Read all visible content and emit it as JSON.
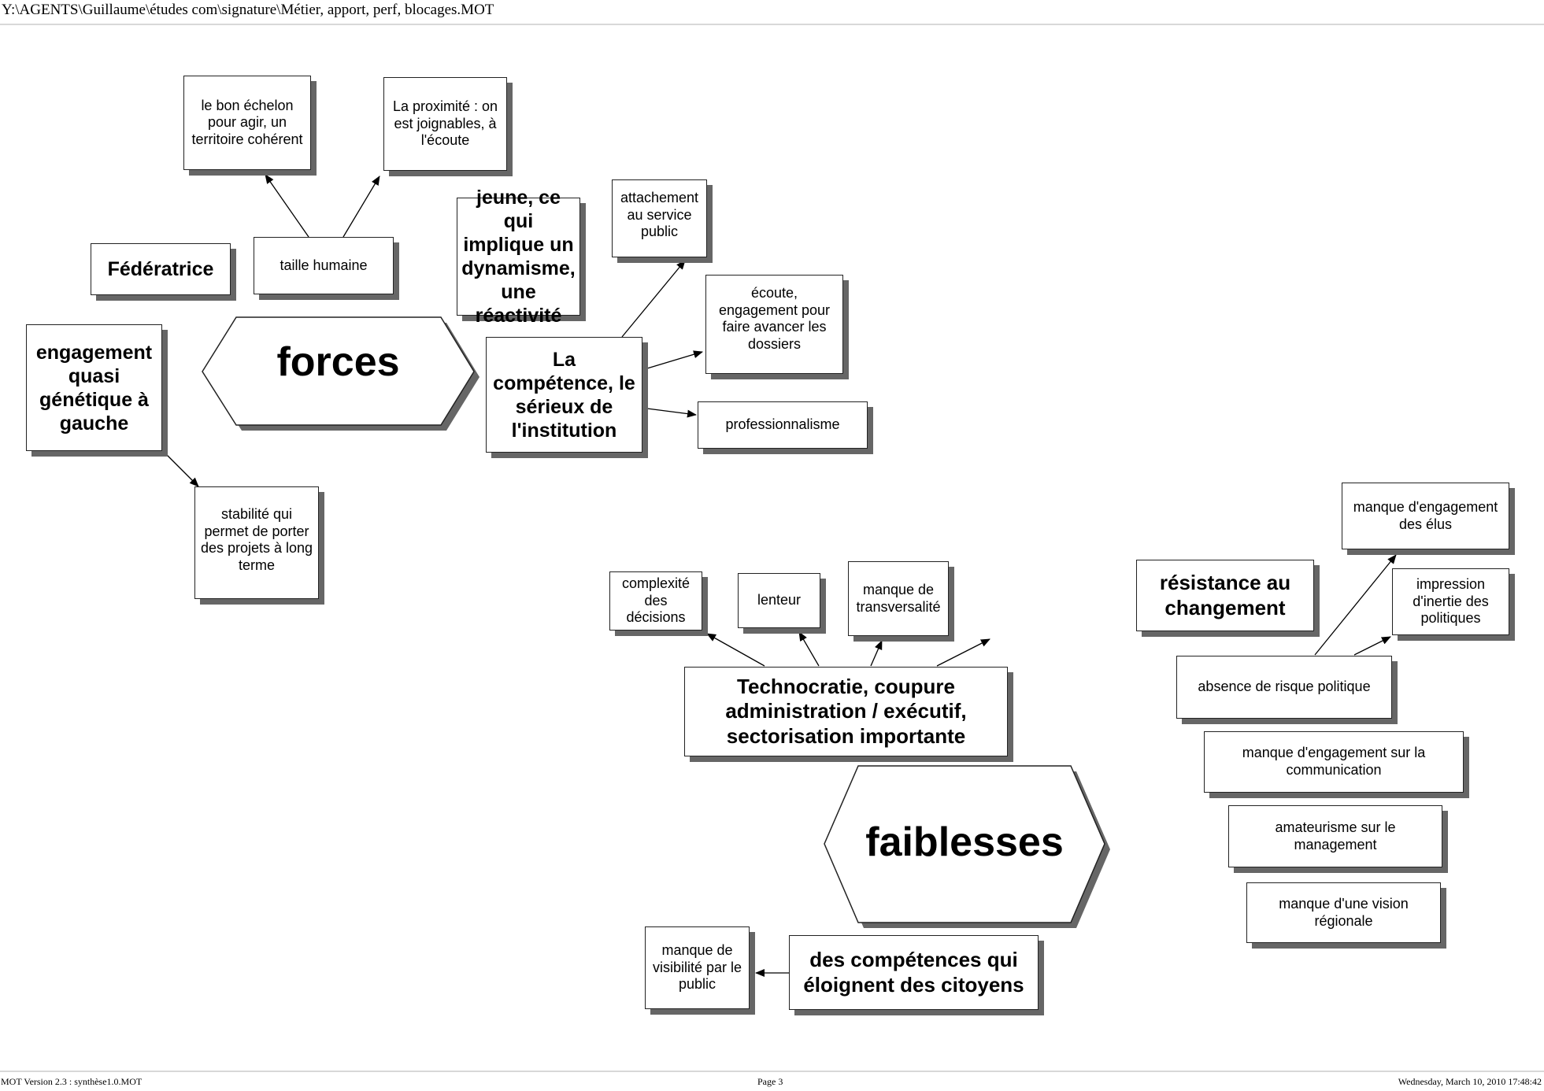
{
  "header": {
    "file_path": "Y:\\AGENTS\\Guillaume\\études com\\signature\\Métier, apport, perf, blocages.MOT"
  },
  "footer": {
    "version": "MOT Version 2.3 : synthèse1.0.MOT",
    "page": "Page 3",
    "datetime": "Wednesday, March 10, 2010 17:48:42"
  },
  "colors": {
    "border": "#222222",
    "shadow": "#666666",
    "separator": "#d8d8d8"
  },
  "forces": {
    "title": "forces",
    "federatrice": "Fédératrice",
    "taille_humaine": "taille humaine",
    "bon_echelon": "le bon échelon pour agir, un territoire cohérent",
    "proximite": "La proximité : on est joignables, à l'écoute",
    "jeune": "jeune, ce qui implique un dynamisme, une réactivité",
    "attachement": "attachement au service public",
    "ecoute": "écoute, engagement pour faire avancer les dossiers",
    "competence": "La compétence, le sérieux de l'institution",
    "professionnalisme": "professionnalisme",
    "engagement_gauche": "engagement quasi génétique à gauche",
    "stabilite": "stabilité qui permet de porter des projets à long terme"
  },
  "faiblesses": {
    "title": "faiblesses",
    "complexite": "complexité des décisions",
    "lenteur": "lenteur",
    "transversalite": "manque de transversalité",
    "resistance": "résistance au changement",
    "technocratie": "Technocratie, coupure administration / exécutif, sectorisation importante",
    "engagement_elus": "manque d'engagement des élus",
    "inertie": "impression d'inertie des politiques",
    "risque": "absence de risque politique",
    "communication": "manque d'engagement sur la communication",
    "amateurisme": "amateurisme sur le management",
    "vision": "manque d'une vision régionale",
    "competences_citoyens": "des compétences qui éloignent des citoyens",
    "visibilite": "manque de visibilité  par le public"
  }
}
